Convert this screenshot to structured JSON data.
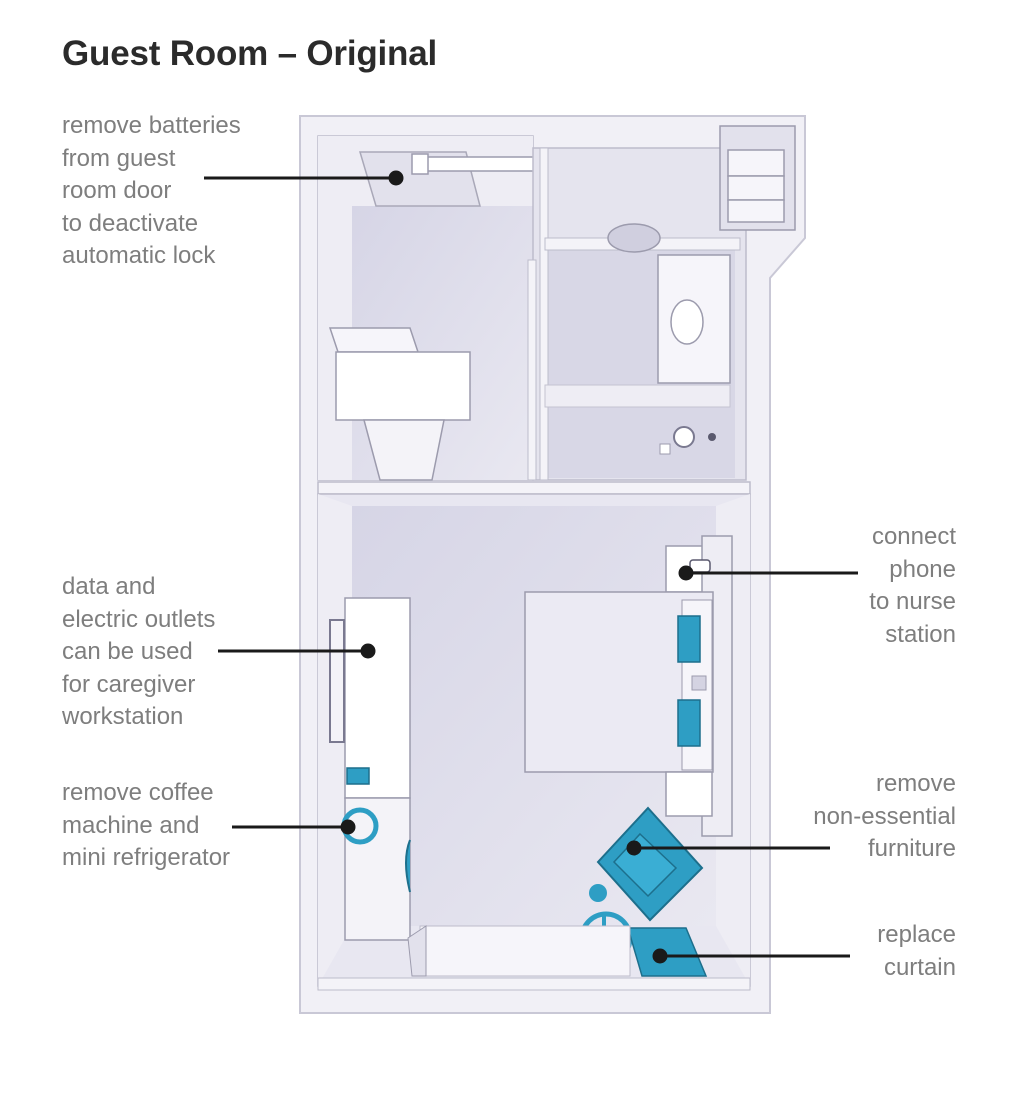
{
  "title": "Guest Room – Original",
  "colors": {
    "accent": "#2e9ec4",
    "wall": "#f2f1f6",
    "floor": "#dcdbe8",
    "leader": "#1a1a1a"
  },
  "annotations": {
    "door_batteries": "remove batteries\nfrom guest\nroom door\nto deactivate\nautomatic lock",
    "outlets": "data and\nelectric outlets\ncan be used\nfor caregiver\nworkstation",
    "coffee": "remove coffee\nmachine and\nmini refrigerator",
    "phone": "connect\nphone\nto nurse\nstation",
    "furniture": "remove\nnon-essential\nfurniture",
    "curtain": "replace\ncurtain"
  }
}
